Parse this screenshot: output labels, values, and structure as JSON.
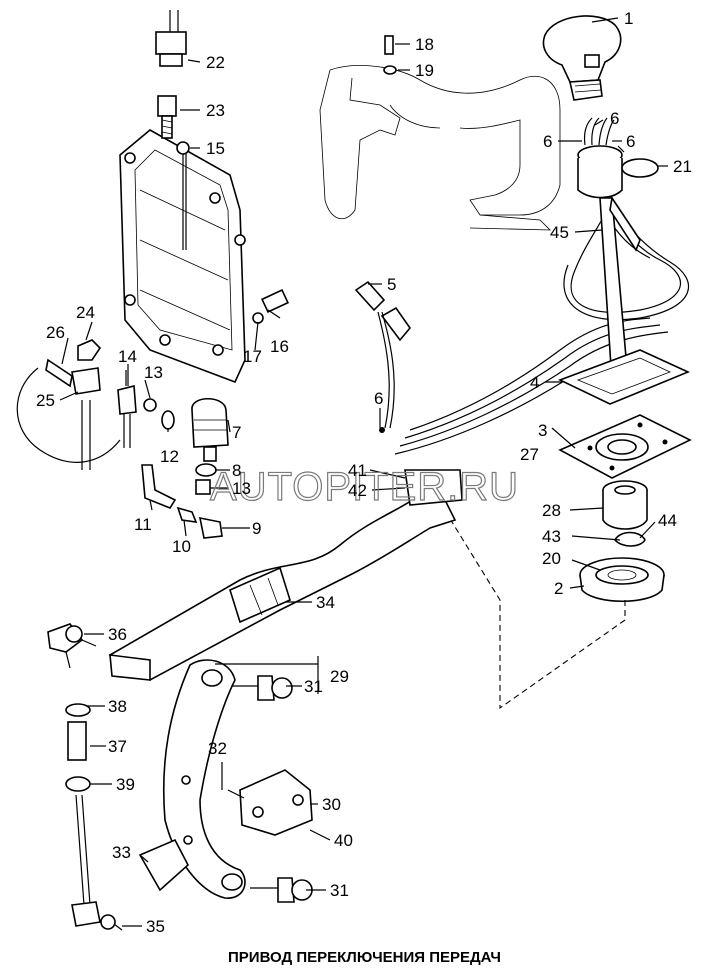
{
  "title": "ПРИВОД ПЕРЕКЛЮЧЕНИЯ ПЕРЕДАЧ",
  "watermark": "AUTOPITER.RU",
  "labels": {
    "p1": "1",
    "p2": "2",
    "p3": "3",
    "p4": "4",
    "p5": "5",
    "p6a": "6",
    "p6b": "6",
    "p6c": "6",
    "p6d": "6",
    "p7": "7",
    "p8": "8",
    "p9": "9",
    "p10": "10",
    "p11": "11",
    "p12": "12",
    "p13a": "13",
    "p13b": "13",
    "p14": "14",
    "p15": "15",
    "p16": "16",
    "p17": "17",
    "p18": "18",
    "p19": "19",
    "p20": "20",
    "p21": "21",
    "p22": "22",
    "p23": "23",
    "p24": "24",
    "p25": "25",
    "p26": "26",
    "p27": "27",
    "p28": "28",
    "p29": "29",
    "p30": "30",
    "p31a": "31",
    "p31b": "31",
    "p32": "32",
    "p33": "33",
    "p34": "34",
    "p35": "35",
    "p36": "36",
    "p37": "37",
    "p38": "38",
    "p39": "39",
    "p40": "40",
    "p41": "41",
    "p42": "42",
    "p43": "43",
    "p44": "44",
    "p45": "45"
  }
}
